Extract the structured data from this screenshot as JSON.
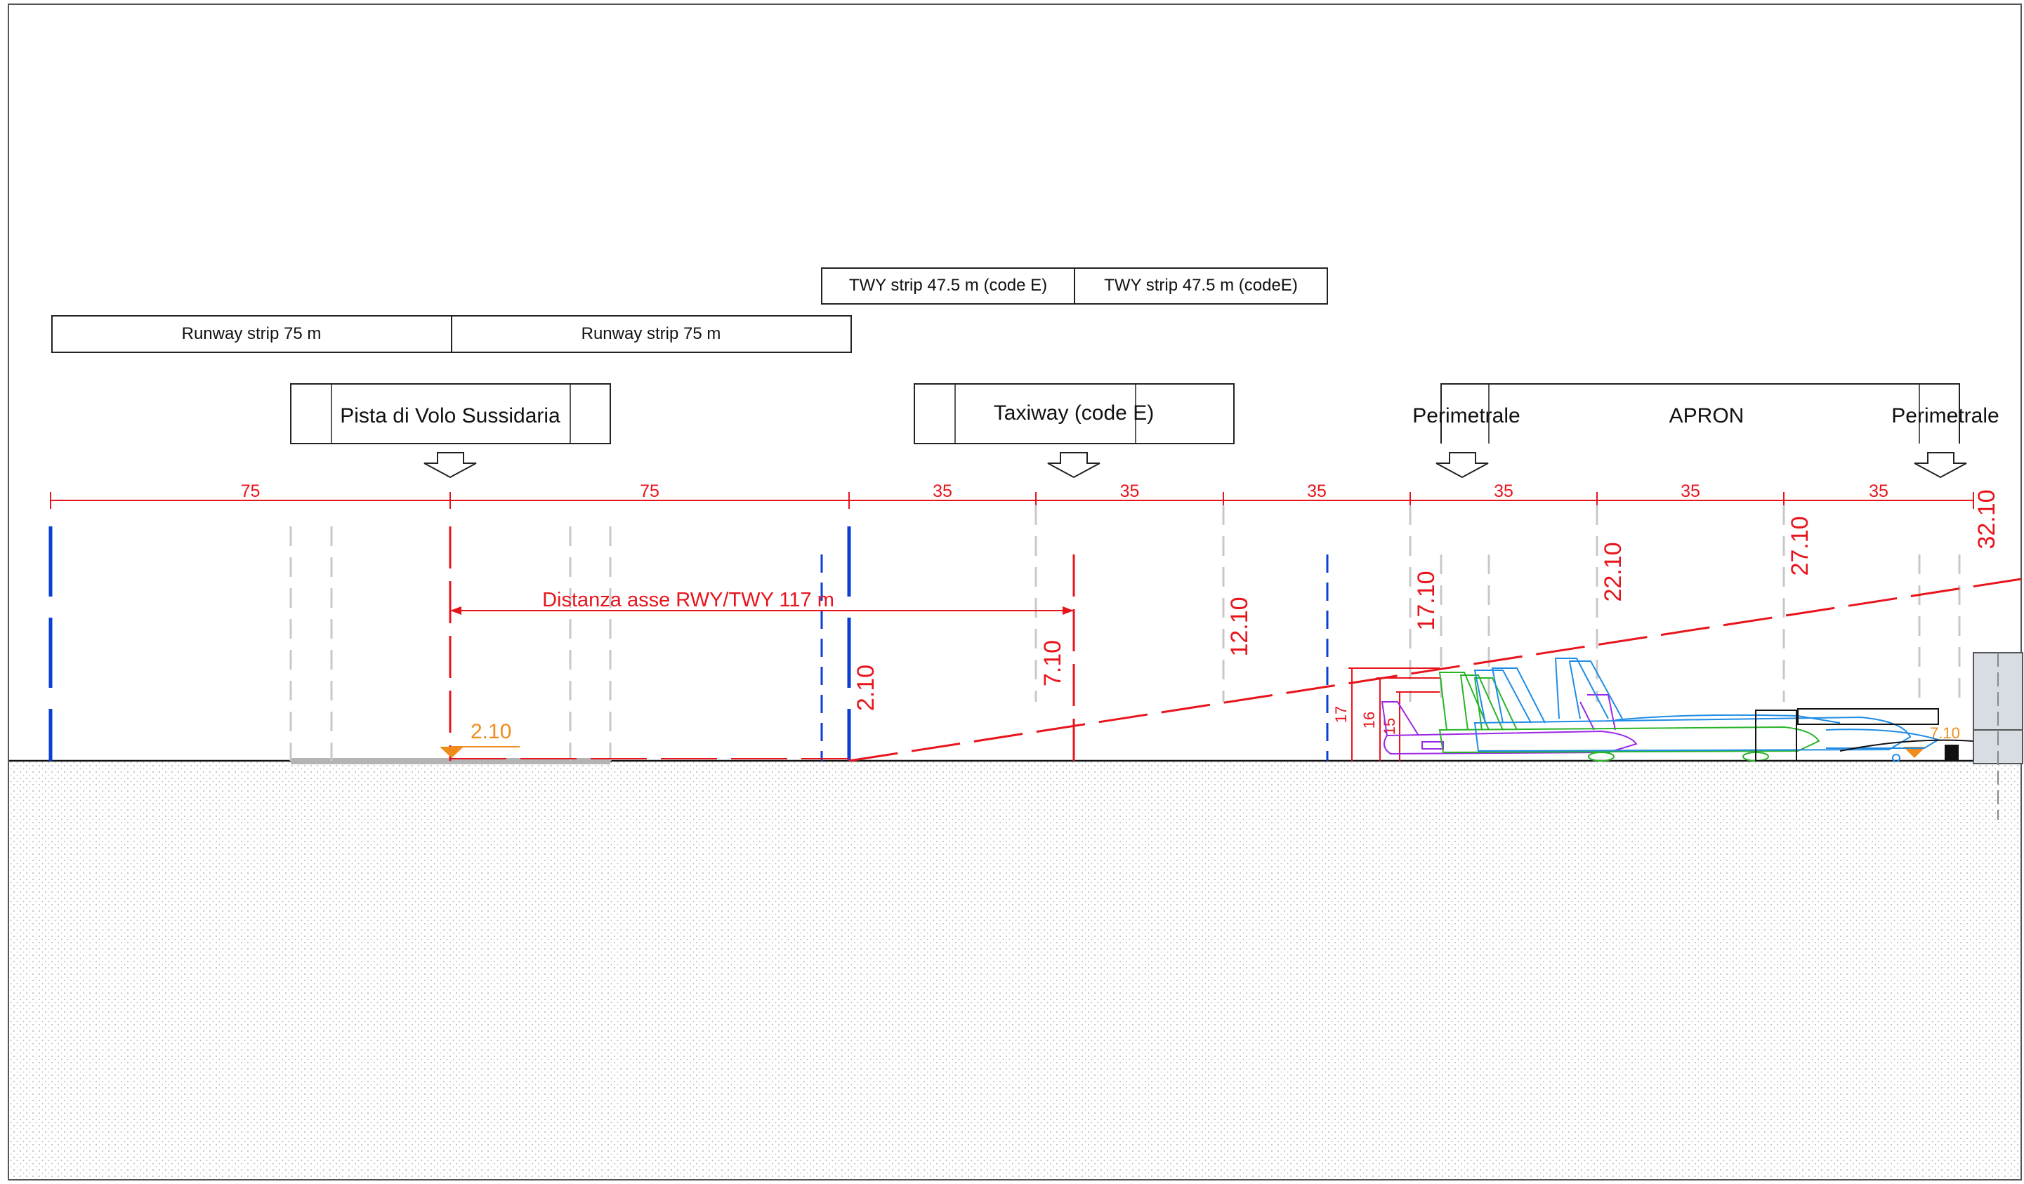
{
  "strips": {
    "twy_left": "TWY strip 47.5 m (code E)",
    "twy_right": "TWY strip 47.5 m (codeE)",
    "rwy_left": "Runway strip 75 m",
    "rwy_right": "Runway strip 75 m"
  },
  "zones": {
    "runway": "Pista di Volo Sussidaria",
    "taxiway": "Taxiway (code E)",
    "perimetrale_left": "Perimetrale",
    "apron": "APRON",
    "perimetrale_right": "Perimetrale"
  },
  "spacing_labels": [
    "75",
    "75",
    "35",
    "35",
    "35",
    "35",
    "35",
    "35"
  ],
  "distance_label": "Distanza asse RWY/TWY 117 m",
  "height_labels": [
    "2.10",
    "7.10",
    "12.10",
    "17.10",
    "22.10",
    "27.10",
    "32.10"
  ],
  "aircraft_heights": [
    "17",
    "16",
    "15"
  ],
  "orange_elevation": "2.10",
  "orange_elevation_right": "7.10",
  "colors": {
    "dimension": "#e8141c",
    "axis_blue": "#0a3fd6",
    "guide_gray": "#c8c8c8",
    "orange": "#f08c1e",
    "aircraft_blue": "#1e8ce6",
    "aircraft_green": "#28b428",
    "aircraft_purple": "#9b28e6"
  }
}
